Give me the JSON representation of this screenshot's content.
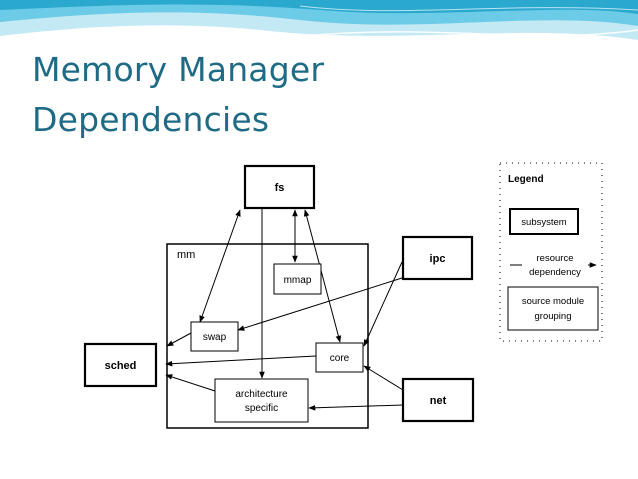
{
  "slide": {
    "title_line_1": "Memory Manager",
    "title_line_2": "Dependencies"
  },
  "diagram": {
    "container_label": "mm",
    "nodes": {
      "fs": "fs",
      "ipc": "ipc",
      "sched": "sched",
      "net": "net",
      "mmap": "mmap",
      "swap": "swap",
      "core": "core",
      "arch_line_1": "architecture",
      "arch_line_2": "specific"
    }
  },
  "legend": {
    "title": "Legend",
    "subsystem_label": "subsystem",
    "dependency_line_1": "resource",
    "dependency_line_2": "dependency",
    "module_line_1": "source module",
    "module_line_2": "grouping"
  },
  "colors": {
    "title": "#1f6b86",
    "wave_dark": "#1fa2c9",
    "wave_mid": "#4fc0e0",
    "wave_light": "#a9e0f1"
  }
}
